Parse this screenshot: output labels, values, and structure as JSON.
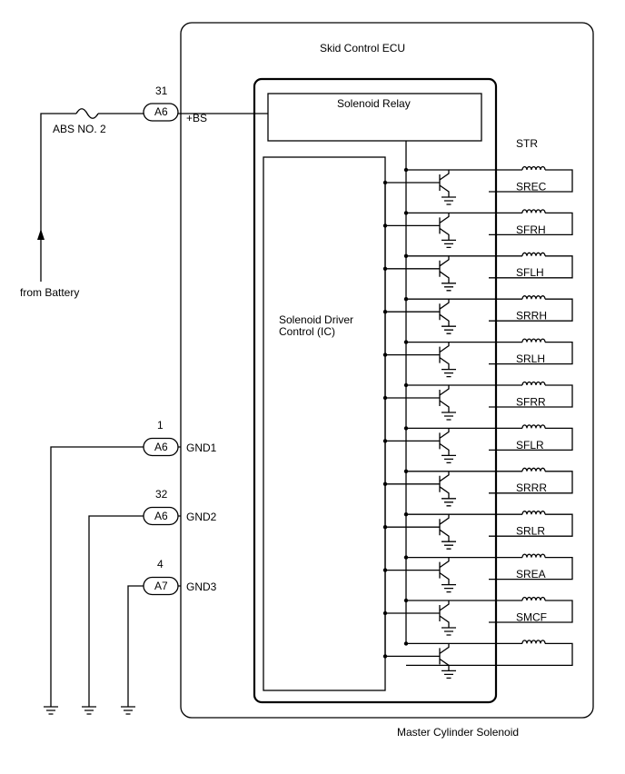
{
  "ecu_title": "Skid Control ECU",
  "relay_label": "Solenoid Relay",
  "driver_label_line1": "Solenoid Driver",
  "driver_label_line2": "Control (IC)",
  "fuse_label": "ABS NO. 2",
  "battery_label": "from Battery",
  "footer_label": "Master Cylinder Solenoid",
  "power_connector": {
    "pin": "31",
    "connector": "A6",
    "terminal": "+BS"
  },
  "ground_connectors": [
    {
      "pin": "1",
      "connector": "A6",
      "terminal": "GND1"
    },
    {
      "pin": "32",
      "connector": "A6",
      "terminal": "GND2"
    },
    {
      "pin": "4",
      "connector": "A7",
      "terminal": "GND3"
    }
  ],
  "solenoids": [
    "STR",
    "SREC",
    "SFRH",
    "SFLH",
    "SRRH",
    "SRLH",
    "SFRR",
    "SFLR",
    "SRRR",
    "SRLR",
    "SREA",
    "SMCF"
  ]
}
